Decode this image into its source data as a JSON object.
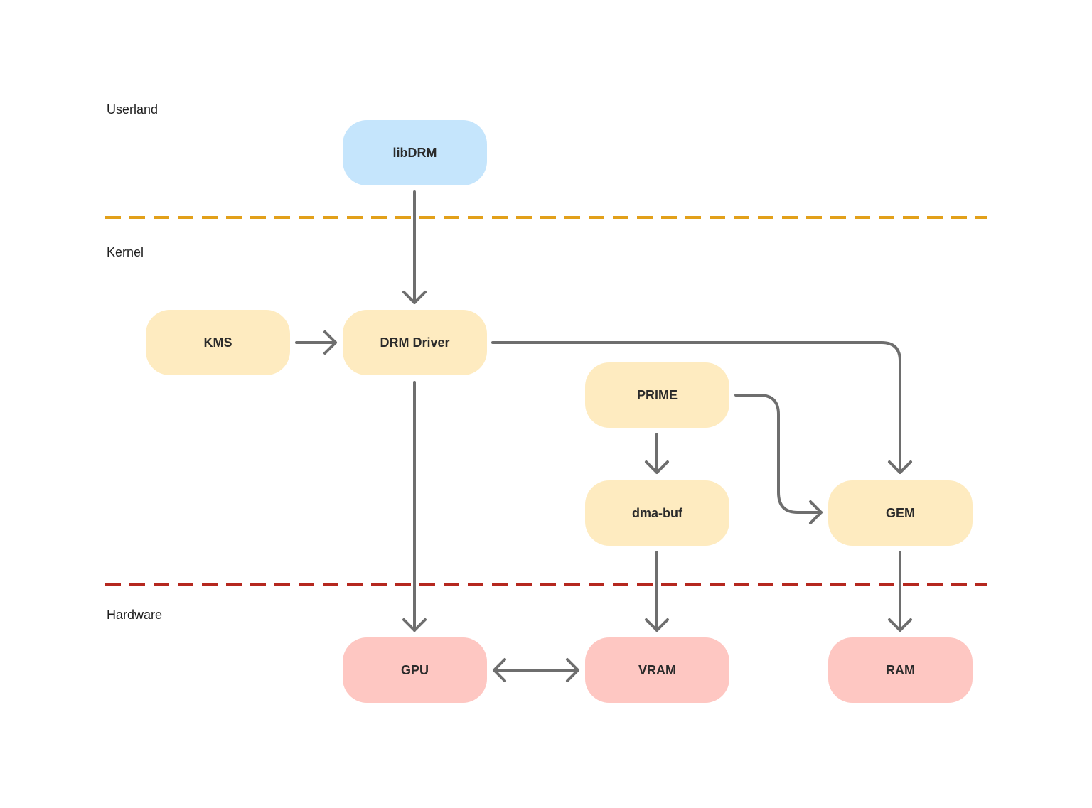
{
  "layers": {
    "userland": "Userland",
    "kernel": "Kernel",
    "hardware": "Hardware"
  },
  "nodes": {
    "libdrm": "libDRM",
    "kms": "KMS",
    "drm_driver": "DRM Driver",
    "prime": "PRIME",
    "dma_buf": "dma-buf",
    "gem": "GEM",
    "gpu": "GPU",
    "vram": "VRAM",
    "ram": "RAM"
  },
  "colors": {
    "userland_fill": "#c5e5fc",
    "kernel_fill": "#feebc0",
    "hardware_fill": "#fec7c2",
    "userland_kernel_divider": "#e2a01a",
    "kernel_hardware_divider": "#b5281f",
    "connector": "#6e6e6e"
  },
  "edges": [
    {
      "from": "libDRM",
      "to": "DRM Driver"
    },
    {
      "from": "KMS",
      "to": "DRM Driver"
    },
    {
      "from": "DRM Driver",
      "to": "GEM"
    },
    {
      "from": "DRM Driver",
      "to": "GPU"
    },
    {
      "from": "PRIME",
      "to": "dma-buf"
    },
    {
      "from": "PRIME",
      "to": "GEM"
    },
    {
      "from": "dma-buf",
      "to": "VRAM"
    },
    {
      "from": "GEM",
      "to": "RAM"
    },
    {
      "from": "GPU",
      "to": "VRAM",
      "bidirectional": true
    }
  ]
}
